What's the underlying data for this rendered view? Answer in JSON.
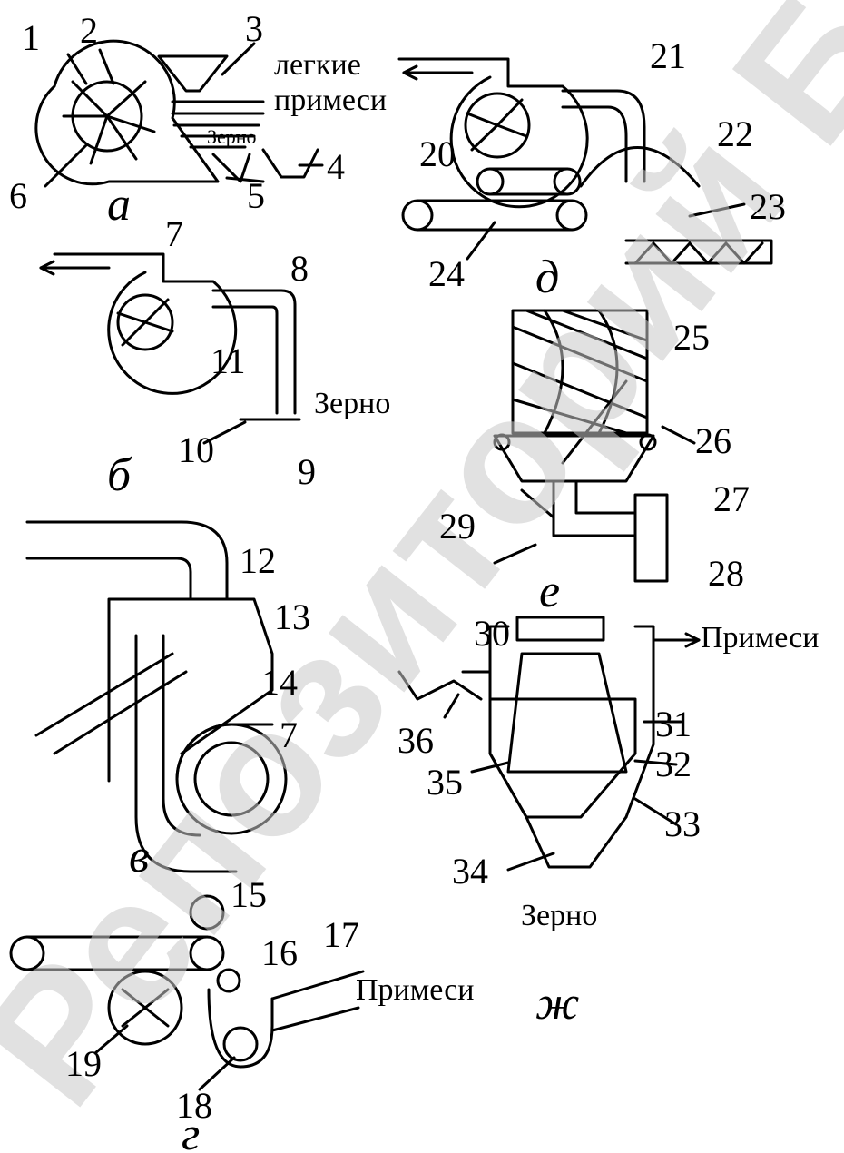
{
  "watermark": {
    "text": "Репозиторий БГАТУ",
    "color": "#c8c8c8"
  },
  "panels": {
    "a": {
      "letter": "а",
      "text_light": "легкие\nпримеси",
      "text_grain": "Зерно"
    },
    "b": {
      "letter": "б",
      "text_grain": "Зерно"
    },
    "v": {
      "letter": "в"
    },
    "g": {
      "letter": "г",
      "text_impurities": "Примеси"
    },
    "d": {
      "letter": "д"
    },
    "e": {
      "letter": "е"
    },
    "zh": {
      "letter": "ж",
      "text_impurities": "Примеси",
      "text_grain": "Зерно"
    }
  },
  "labels": {
    "n1": "1",
    "n2": "2",
    "n3": "3",
    "n4": "4",
    "n5": "5",
    "n6": "6",
    "n7": "7",
    "n7b": "7",
    "n8": "8",
    "n9": "9",
    "n10": "10",
    "n11": "11",
    "n12": "12",
    "n13": "13",
    "n14": "14",
    "n15": "15",
    "n16": "16",
    "n17": "17",
    "n18": "18",
    "n19": "19",
    "n20": "20",
    "n21": "21",
    "n22": "22",
    "n23": "23",
    "n24": "24",
    "n25": "25",
    "n26": "26",
    "n27": "27",
    "n28": "28",
    "n29": "29",
    "n30": "30",
    "n31": "31",
    "n32": "32",
    "n33": "33",
    "n34": "34",
    "n35": "35",
    "n36": "36"
  }
}
